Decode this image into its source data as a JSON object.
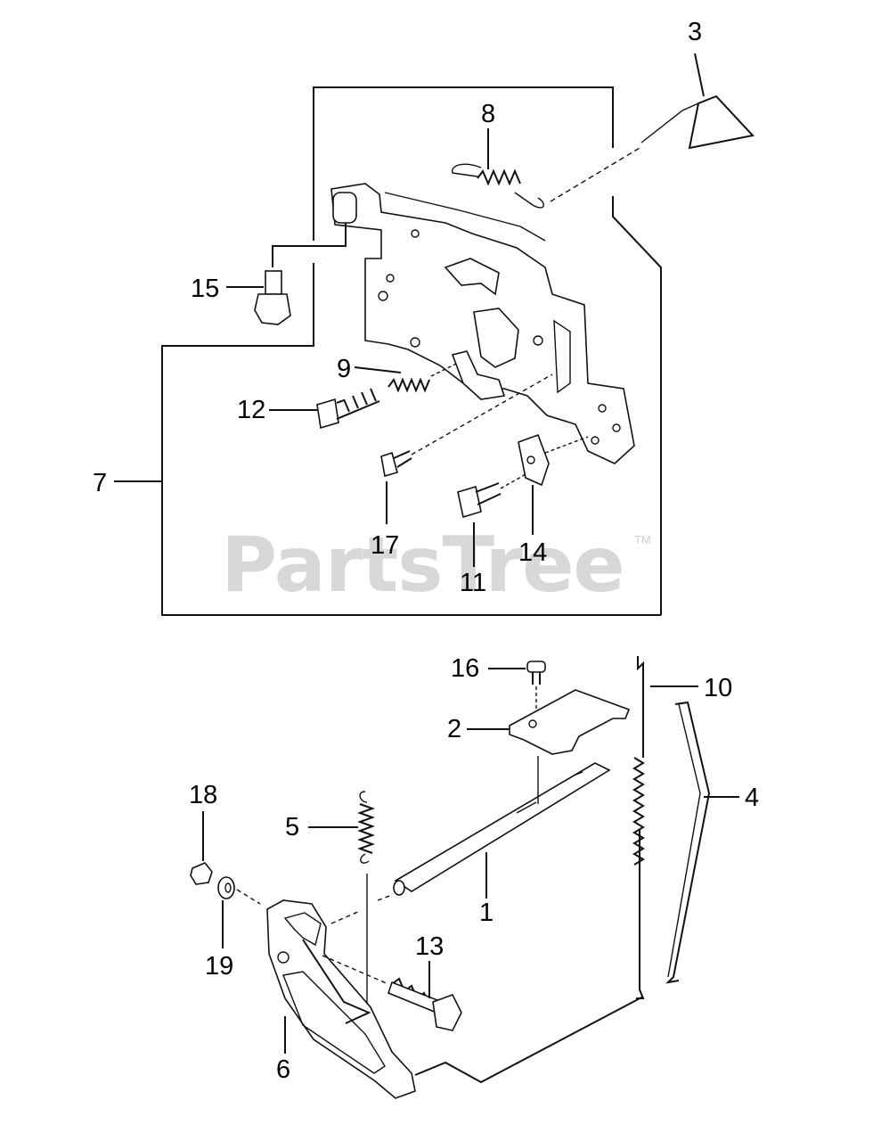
{
  "watermark": {
    "text": "PartsTree",
    "trademark": "TM"
  },
  "callouts": {
    "c1": "1",
    "c2": "2",
    "c3": "3",
    "c4": "4",
    "c5": "5",
    "c6": "6",
    "c7": "7",
    "c8": "8",
    "c9": "9",
    "c10": "10",
    "c11": "11",
    "c12": "12",
    "c13": "13",
    "c14": "14",
    "c15": "15",
    "c16": "16",
    "c17": "17",
    "c18": "18",
    "c19": "19"
  }
}
